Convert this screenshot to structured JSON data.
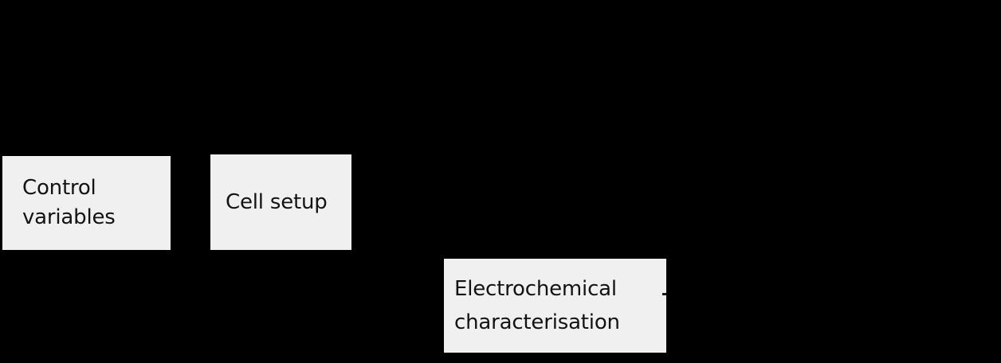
{
  "diagram": {
    "background_color": "#000000",
    "box_fill_color": "#F0F0F0",
    "text_color": "#131313",
    "nodes": [
      {
        "id": "control-variables",
        "lines": [
          "Control",
          "variables"
        ],
        "text": "Control variables"
      },
      {
        "id": "cell-setup",
        "lines": [
          "Cell setup"
        ],
        "text": "Cell setup"
      },
      {
        "id": "electrochemical-characterisation",
        "lines": [
          "Electrochemical",
          "characterisation"
        ],
        "text": "Electrochemical characterisation"
      }
    ]
  }
}
